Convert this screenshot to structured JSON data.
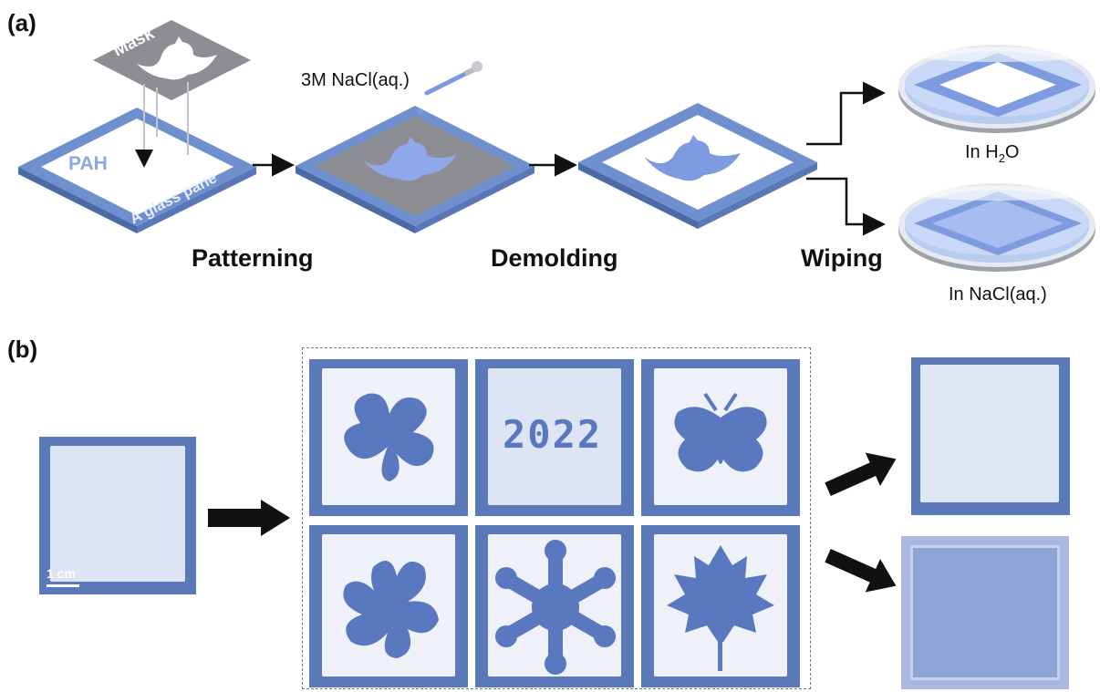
{
  "panel_a": {
    "label": "(a)",
    "mask_label": "Mask",
    "pah_label": "PAH",
    "glass_label": "A glass pane",
    "nacl_drop_label": "3M NaCl(aq.)",
    "steps": [
      "Patterning",
      "Demolding",
      "Wiping"
    ],
    "caption_h2o_prefix": "In H",
    "caption_h2o_sub": "2",
    "caption_h2o_suffix": "O",
    "caption_nacl": "In NaCl(aq.)"
  },
  "panel_b": {
    "label": "(b)",
    "scale_bar": "1 cm",
    "year_text": "2022",
    "pattern_names": [
      "clover-three-leaf",
      "2022",
      "butterfly",
      "four-leaf-clover",
      "snowflake",
      "maple-leaf"
    ]
  },
  "colors": {
    "glass_blue": "#6f8fce",
    "pah_white": "#ffffff",
    "mask_gray": "#8d8d94",
    "pattern_blue": "#7f9be0",
    "photo_blue": "#5b78b8"
  }
}
